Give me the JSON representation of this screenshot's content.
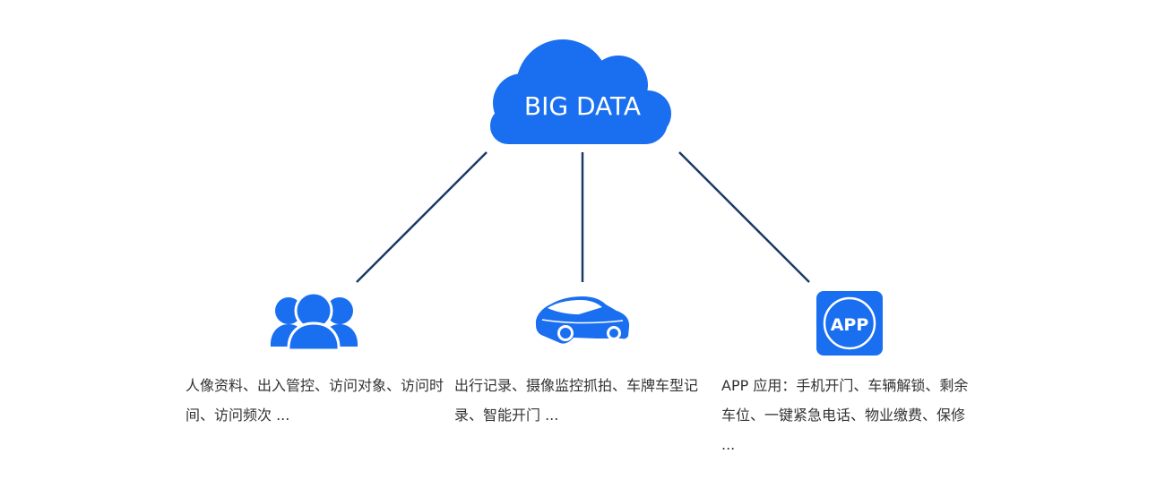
{
  "cloud": {
    "label": "BIG DATA",
    "color": "#1a6ff0"
  },
  "connector_color": "#1b3a66",
  "nodes": [
    {
      "id": "people",
      "icon": "people-group-icon",
      "description": "人像资料、出入管控、访问对象、访问时间、访问频次 ..."
    },
    {
      "id": "car",
      "icon": "car-icon",
      "description": "出行记录、摄像监控抓拍、车牌车型记录、智能开门 ..."
    },
    {
      "id": "app",
      "icon": "app-icon",
      "icon_label": "APP",
      "description": "APP 应用：手机开门、车辆解锁、剩余车位、一键紧急电话、物业缴费、保修 ..."
    }
  ]
}
